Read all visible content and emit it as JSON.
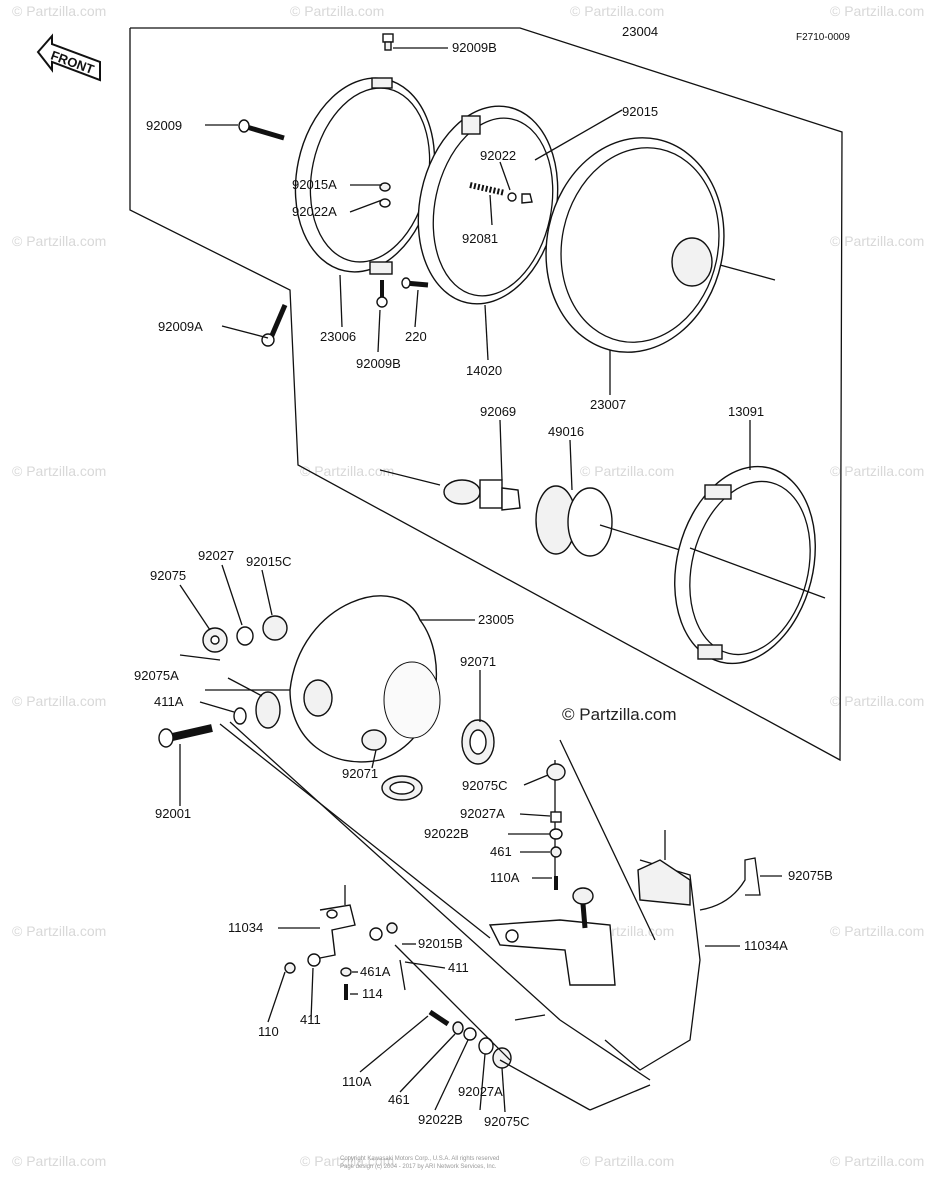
{
  "diagram": {
    "ref_code": "F2710-0009",
    "front_label": "FRONT",
    "watermark_center": "© Partzilla.com",
    "watermark_tile": "© Partzilla.com",
    "footer_line1": "Copyright Kawasaki Motors Corp., U.S.A. All rights reserved",
    "footer_line2": "Page design (c) 2004 - 2017 by ARI Network Services, Inc.",
    "labels": [
      {
        "id": "l-92009B-top",
        "text": "92009B"
      },
      {
        "id": "l-23004",
        "text": "23004"
      },
      {
        "id": "l-92009",
        "text": "92009"
      },
      {
        "id": "l-92015",
        "text": "92015"
      },
      {
        "id": "l-92022",
        "text": "92022"
      },
      {
        "id": "l-92015A",
        "text": "92015A"
      },
      {
        "id": "l-92022A",
        "text": "92022A"
      },
      {
        "id": "l-92081",
        "text": "92081"
      },
      {
        "id": "l-92009A",
        "text": "92009A"
      },
      {
        "id": "l-23006",
        "text": "23006"
      },
      {
        "id": "l-220",
        "text": "220"
      },
      {
        "id": "l-92009B-bot",
        "text": "92009B"
      },
      {
        "id": "l-14020",
        "text": "14020"
      },
      {
        "id": "l-23007",
        "text": "23007"
      },
      {
        "id": "l-92069",
        "text": "92069"
      },
      {
        "id": "l-49016",
        "text": "49016"
      },
      {
        "id": "l-13091",
        "text": "13091"
      },
      {
        "id": "l-92027",
        "text": "92027"
      },
      {
        "id": "l-92015C",
        "text": "92015C"
      },
      {
        "id": "l-92075",
        "text": "92075"
      },
      {
        "id": "l-23005",
        "text": "23005"
      },
      {
        "id": "l-92075A",
        "text": "92075A"
      },
      {
        "id": "l-92071-top",
        "text": "92071"
      },
      {
        "id": "l-411A",
        "text": "411A"
      },
      {
        "id": "l-92001",
        "text": "92001"
      },
      {
        "id": "l-92071-bot",
        "text": "92071"
      },
      {
        "id": "l-92075C-top",
        "text": "92075C"
      },
      {
        "id": "l-92027A-top",
        "text": "92027A"
      },
      {
        "id": "l-92022B-mid",
        "text": "92022B"
      },
      {
        "id": "l-461-top",
        "text": "461"
      },
      {
        "id": "l-110A-top",
        "text": "110A"
      },
      {
        "id": "l-92075B",
        "text": "92075B"
      },
      {
        "id": "l-11034",
        "text": "11034"
      },
      {
        "id": "l-92015B",
        "text": "92015B"
      },
      {
        "id": "l-11034A",
        "text": "11034A"
      },
      {
        "id": "l-461A",
        "text": "461A"
      },
      {
        "id": "l-411",
        "text": "411"
      },
      {
        "id": "l-114",
        "text": "114"
      },
      {
        "id": "l-110",
        "text": "110"
      },
      {
        "id": "l-411-bot",
        "text": "411"
      },
      {
        "id": "l-110A-bot",
        "text": "110A"
      },
      {
        "id": "l-461-bot",
        "text": "461"
      },
      {
        "id": "l-92022B-bot",
        "text": "92022B"
      },
      {
        "id": "l-92027A-bot",
        "text": "92027A"
      },
      {
        "id": "l-92075C-bot",
        "text": "92075C"
      }
    ]
  }
}
